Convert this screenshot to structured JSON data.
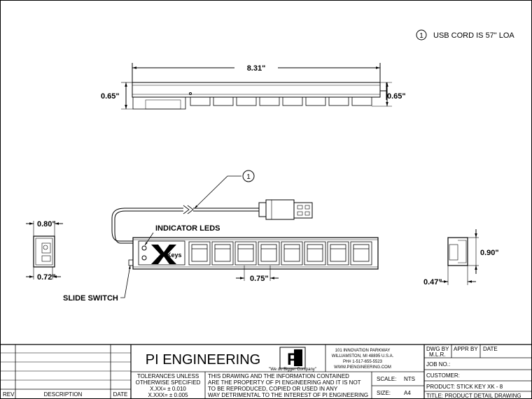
{
  "note": {
    "number": "1",
    "text": "USB CORD IS 57\" LOA"
  },
  "dimensions": {
    "overall_length": "8.31\"",
    "height_left": "0.65\"",
    "height_right": "0.65\"",
    "key_pitch": "0.75\"",
    "end_view_height": "0.80\"",
    "end_view_depth": "0.72\"",
    "right_view_height": "0.90\"",
    "right_view_depth": "0.47\""
  },
  "callouts": {
    "cord_ref": "1",
    "indicator_leds": "INDICATOR LEDS",
    "slide_switch": "SLIDE SWITCH"
  },
  "logo": {
    "text": "Keys"
  },
  "title_block": {
    "company": "PI ENGINEERING",
    "tagline": "\"We do Bigger Company\"",
    "address_line1": "101 INNOVATION PARKWAY",
    "address_line2": "WILLIAMSTON, MI 48895 U.S.A.",
    "phone": "PH# 1-517-655-5523",
    "website": "WWW.PIENGINEERING.COM",
    "dwg_by_label": "DWG BY",
    "dwg_by_value": "M.L.R.",
    "appr_by_label": "APPR BY",
    "date_label": "DATE",
    "job_no": "JOB NO.:",
    "customer": "CUSTOMER:",
    "product": "PRODUCT: STICK KEY XK - 8",
    "title": "TITLE:  PRODUCT DETAIL DRAWING",
    "scale_label": "SCALE:",
    "scale_value": "NTS",
    "size_label": "SIZE:",
    "size_value": "A4",
    "tolerance_lines": [
      "TOLERANCES UNLESS",
      "OTHERWISE SPECIFIED",
      "X.XX= ± 0.010",
      "X.XXX= ± 0.005"
    ],
    "disclaimer_lines": [
      "THIS DRAWING AND THE INFORMATION CONTAINED",
      "ARE THE PROPERTY OF PI ENGINEERING AND IT IS NOT",
      "TO BE REPRODUCED, COPIED OR USED IN ANY",
      "WAY DETRIMENTAL TO THE INTEREST OF PI ENGINEERING"
    ],
    "rev_header": "REV",
    "description_header": "DESCRIPTION",
    "date_header": "DATE"
  }
}
